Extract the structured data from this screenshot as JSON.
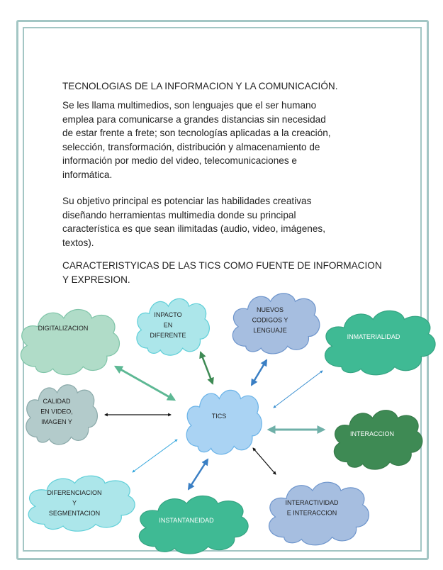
{
  "title": "TECNOLOGIAS DE LA INFORMACION Y LA COMUNICACIÓN.",
  "paragraph1": [
    "Se les llama multimedios, son lenguajes que el ser humano",
    "emplea para comunicarse a grandes distancias sin necesidad",
    "de estar frente a frete; son tecnologías aplicadas a la creación,",
    "selección, transformación, distribución y almacenamiento de",
    "información por medio del video, telecomunicaciones e",
    "informática."
  ],
  "paragraph2": [
    "Su objetivo principal es  potenciar las habilidades creativas",
    "diseñando herramientas multimedia donde su principal",
    "característica es que sean ilimitadas (audio, video, imágenes,",
    "textos)."
  ],
  "subtitle": [
    "CARACTERISTYICAS DE LAS TICS COMO FUENTE DE INFORMACION",
    "Y EXPRESION."
  ],
  "diagram": {
    "center": {
      "lines": [
        "TICS"
      ],
      "fill": "#aad3f3",
      "stroke": "#6ab3e8"
    },
    "nodes": [
      {
        "id": "digitalizacion",
        "lines": [
          "DIGITALIZACION"
        ],
        "fill": "#b0dcc8",
        "stroke": "#7fc4a8",
        "text_color": "#222"
      },
      {
        "id": "inpacto",
        "lines": [
          "INPACTO",
          "EN",
          "DIFERENTE"
        ],
        "fill": "#ace6ea",
        "stroke": "#5fcfd8",
        "text_color": "#222"
      },
      {
        "id": "nuevos",
        "lines": [
          "NUEVOS",
          "CODIGOS Y",
          "LENGUAJE"
        ],
        "fill": "#a6bee0",
        "stroke": "#6e95cc",
        "text_color": "#222"
      },
      {
        "id": "inmaterialidad",
        "lines": [
          "INMATERIALIDAD"
        ],
        "fill": "#3fba94",
        "stroke": "#34a482",
        "text_color": "#ffffff"
      },
      {
        "id": "calidad",
        "lines": [
          "CALIDAD",
          "EN VIDEO,",
          "IMAGEN Y"
        ],
        "fill": "#b3cbcb",
        "stroke": "#8aa9a9",
        "text_color": "#222"
      },
      {
        "id": "interaccion",
        "lines": [
          "INTERACCION"
        ],
        "fill": "#3e8a54",
        "stroke": "#357a49",
        "text_color": "#ffffff"
      },
      {
        "id": "diferenciacion",
        "lines": [
          "DIFERENCIACION",
          "Y",
          "SEGMENTACION"
        ],
        "fill": "#ace6ea",
        "stroke": "#5fcfd8",
        "text_color": "#222"
      },
      {
        "id": "instantaneidad",
        "lines": [
          "INSTANTANEIDAD"
        ],
        "fill": "#3fba94",
        "stroke": "#34a482",
        "text_color": "#ffffff"
      },
      {
        "id": "interactividad",
        "lines": [
          "INTERACTIVIDAD",
          "E INTERACCION"
        ],
        "fill": "#a6bee0",
        "stroke": "#6e95cc",
        "text_color": "#222"
      }
    ],
    "arrow_colors": [
      "#5db894",
      "#3e8a54",
      "#3a7fc4",
      "#3a8fd0",
      "#111111",
      "#6fb0a8",
      "#35a7dd",
      "#3a7fc4",
      "#111111"
    ]
  }
}
